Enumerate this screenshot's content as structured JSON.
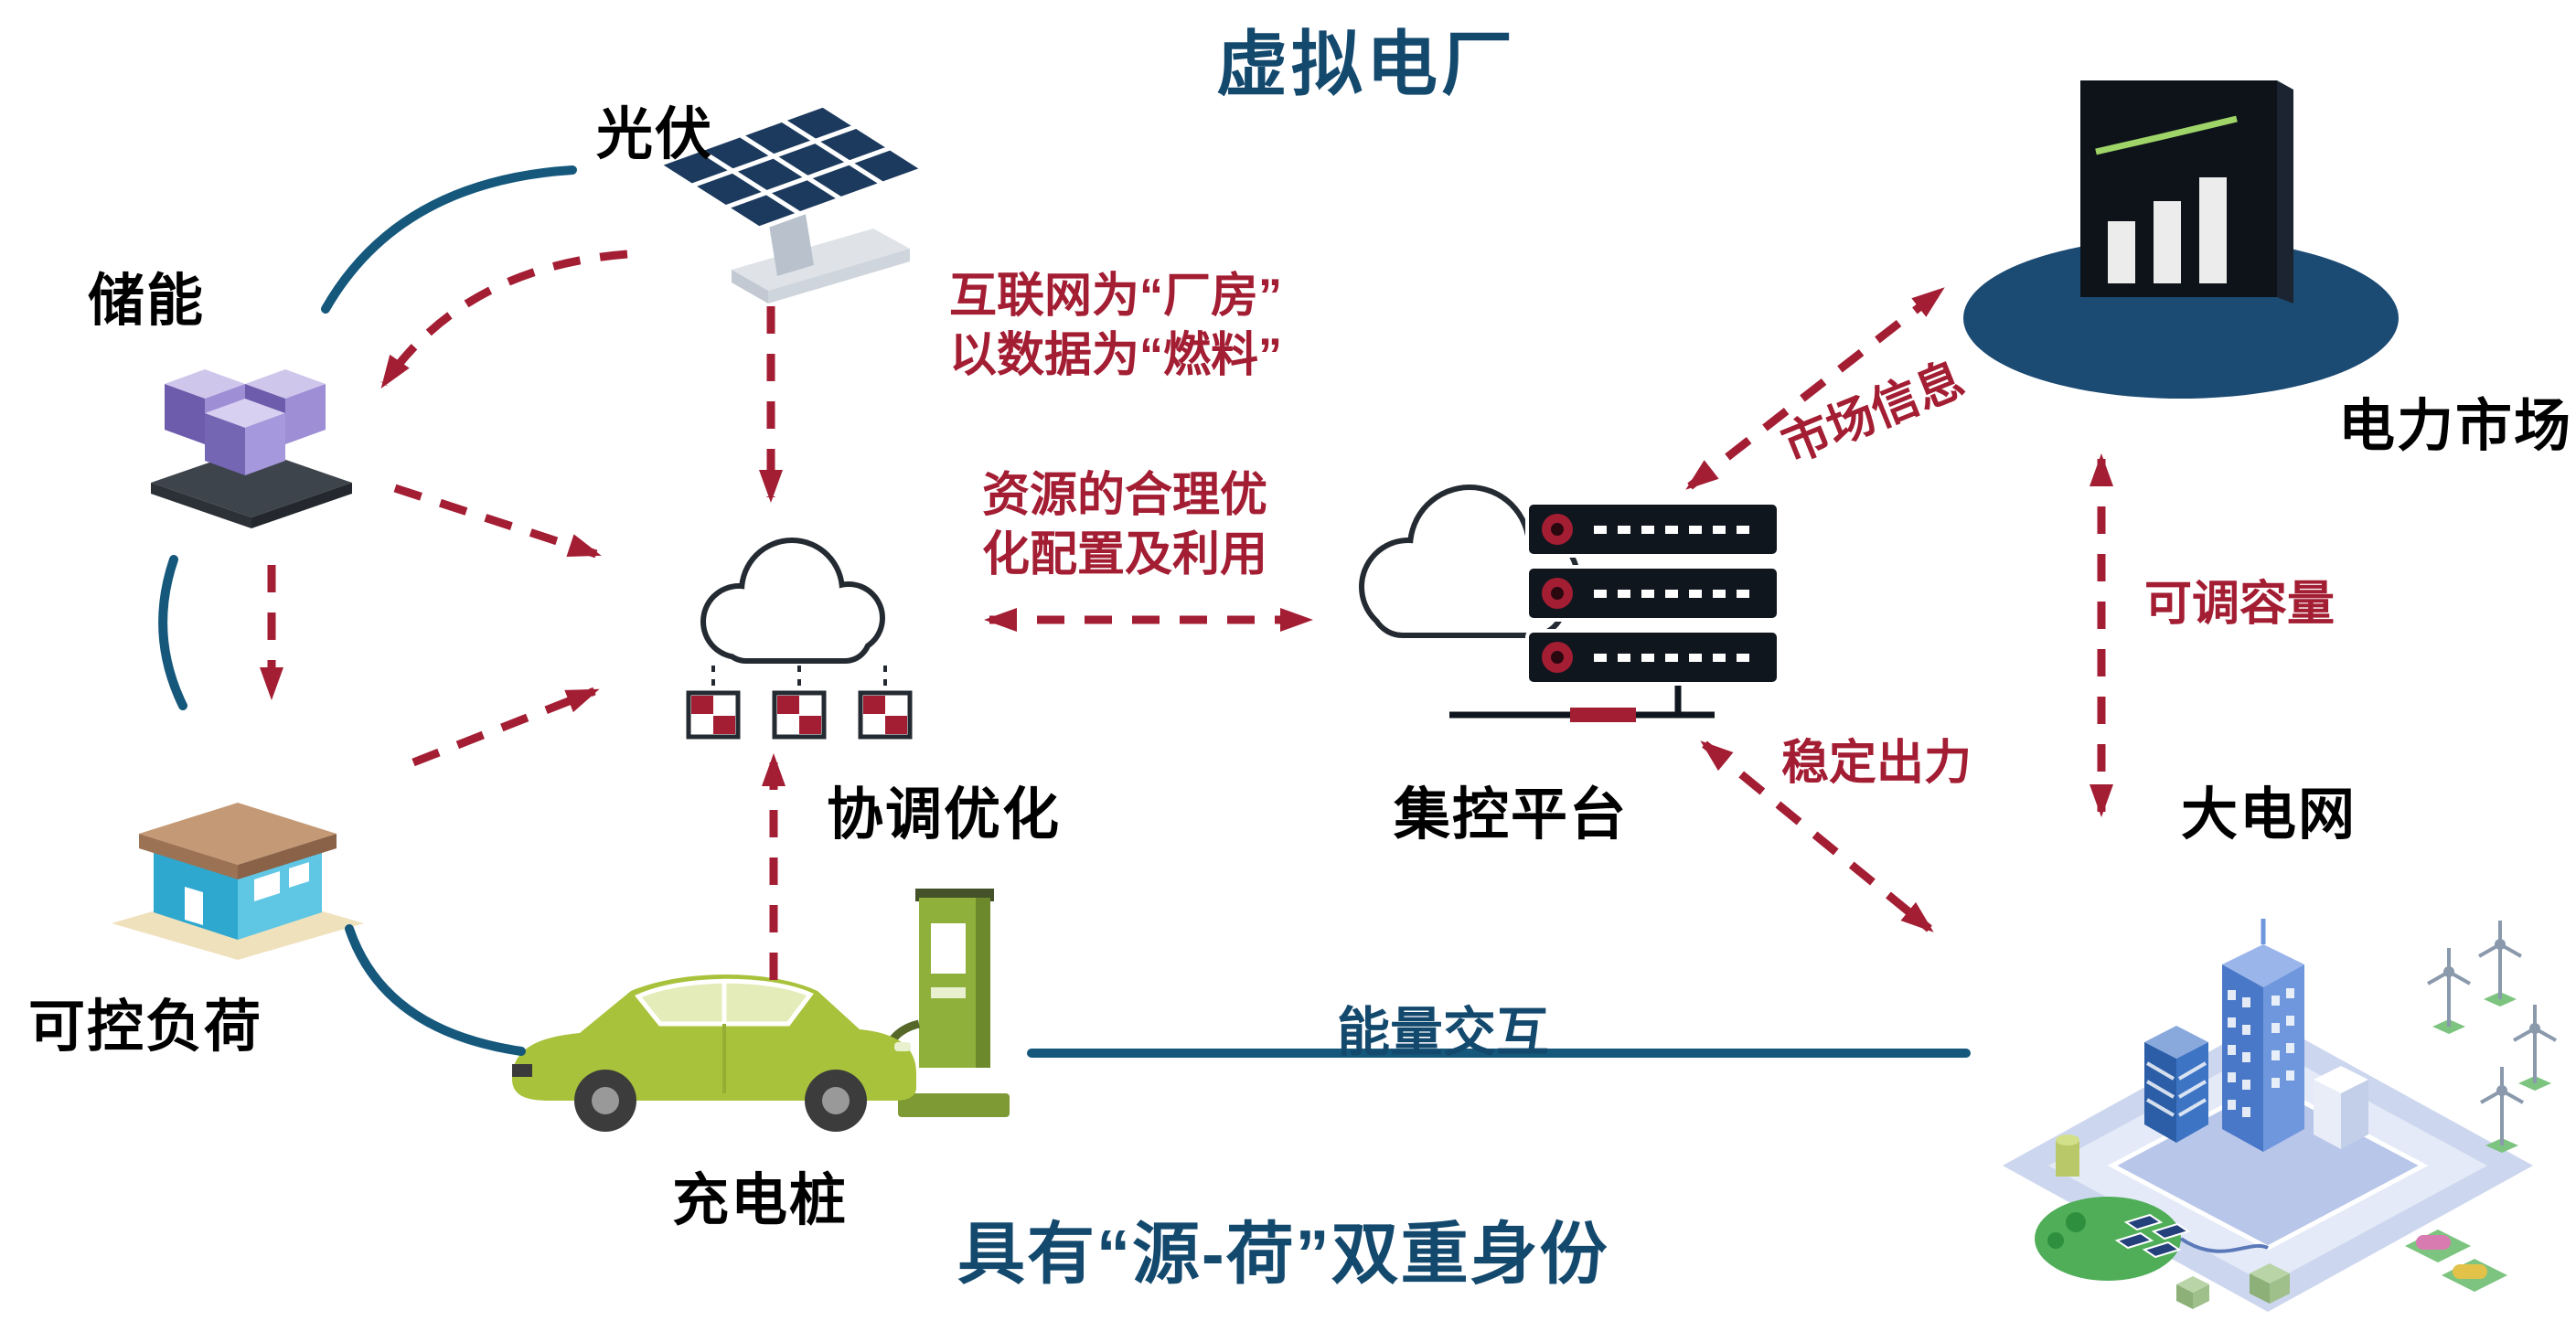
{
  "title": "虚拟电厂",
  "nodes": {
    "pv": {
      "label": "光伏"
    },
    "storage": {
      "label": "储能"
    },
    "controllable_load": {
      "label": "可控负荷"
    },
    "charging_pile": {
      "label": "充电桩"
    },
    "coordination": {
      "label": "协调优化"
    },
    "control_platform": {
      "label": "集控平台"
    },
    "power_market": {
      "label": "电力市场"
    },
    "main_grid": {
      "label": "大电网"
    }
  },
  "annotations": {
    "internet_note": "互联网为“厂房”\n以数据为“燃料”",
    "resource_note": "资源的合理优\n化配置及利用",
    "market_info": "市场信息",
    "adjustable_capacity": "可调容量",
    "stable_output": "稳定出力",
    "energy_exchange": "能量交互",
    "dual_identity": "具有“源-荷”双重身份"
  },
  "colors": {
    "title_blue": "#14496e",
    "annotation_red": "#a31d33",
    "link_blue": "#15587c",
    "car_green": "#a9c23b",
    "storage_purple": "#8a79c0",
    "market_navy": "#1b4a73",
    "server_black": "#10161e",
    "panel_navy": "#1c3a5e"
  }
}
